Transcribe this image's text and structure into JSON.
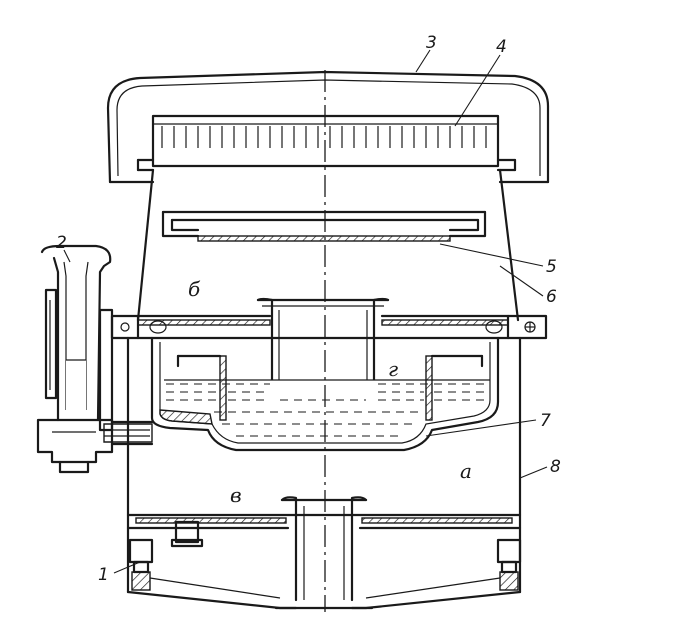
{
  "callouts": {
    "n1": "1",
    "n2": "2",
    "n3": "3",
    "n4": "4",
    "n5": "5",
    "n6": "6",
    "n7": "7",
    "n8": "8"
  },
  "zones": {
    "a": "а",
    "b": "б",
    "v": "в",
    "g": "г"
  }
}
